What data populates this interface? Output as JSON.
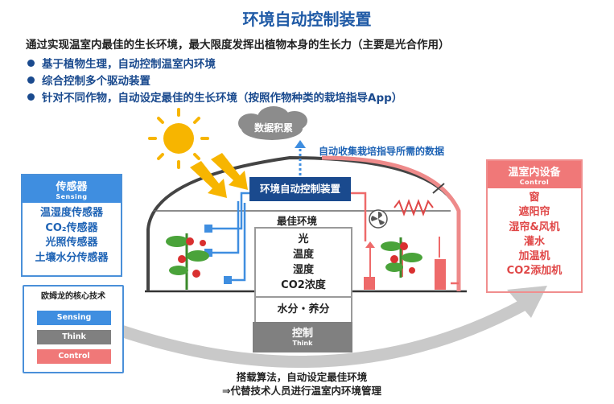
{
  "title": "环境自动控制装置",
  "subtitle": "通过实现温室内最佳的生长环境，最大限度发挥出植物本身的生长力（主要是光合作用）",
  "bullets": [
    "基于植物生理，自动控制温室内环境",
    "综合控制多个驱动装置",
    "针对不同作物，自动设定最佳的生长环境（按照作物种类的栽培指导App）"
  ],
  "cloud_label": "数据积累",
  "collect_label": "自动收集栽培指导所需的数据",
  "controller_label": "环境自动控制装置",
  "sensor_box": {
    "title": "传感器",
    "subtitle": "Sensing",
    "items": [
      "温湿度传感器",
      "CO₂传感器",
      "光照传感器",
      "土壤水分传感器"
    ]
  },
  "core_box": {
    "title": "欧姆龙的核心技术",
    "chips": [
      "Sensing",
      "Think",
      "Control"
    ]
  },
  "device_box": {
    "title": "温室内设备",
    "subtitle": "Control",
    "items": [
      "窗",
      "遮阳帘",
      "湿帘&风机",
      "灌水",
      "加温机",
      "CO2添加机"
    ]
  },
  "optimal": {
    "title": "最佳环境",
    "items": [
      "光",
      "温度",
      "湿度",
      "CO2浓度"
    ],
    "water_label": "水分・养分"
  },
  "control_box": {
    "title": "控制",
    "subtitle": "Think"
  },
  "bottom_lines": [
    "搭载算法，自动设定最佳环境",
    "⇒代替技术人员进行温室内环境管理"
  ],
  "colors": {
    "title": "#1f5aa6",
    "sensing": "#3f8ee0",
    "think": "#808080",
    "control": "#f07878"
  }
}
